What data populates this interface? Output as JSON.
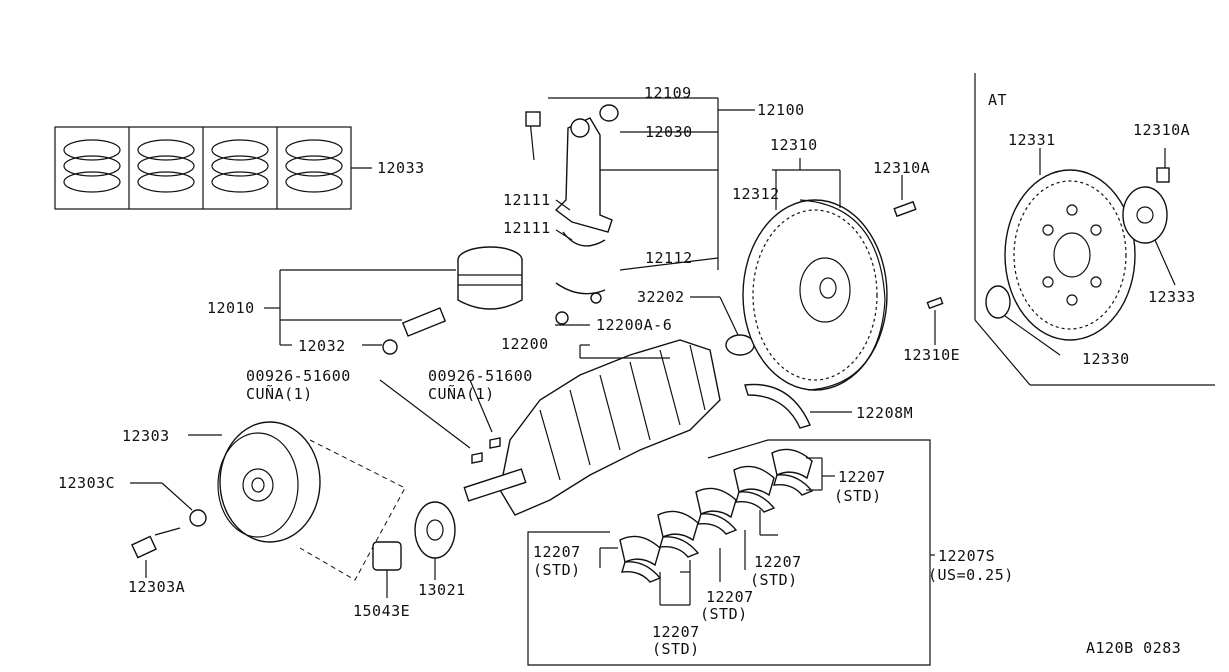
{
  "diagram": {
    "footer_code": "A120B 0283",
    "at_section_title": "AT"
  },
  "labels": {
    "p12033": "12033",
    "p12109": "12109",
    "p12100": "12100",
    "p12030": "12030",
    "p12310": "12310",
    "p12310A_main": "12310A",
    "p12312": "12312",
    "p12111_a": "12111",
    "p12111_b": "12111",
    "p12112": "12112",
    "p12010": "12010",
    "p32202": "32202",
    "p12032": "12032",
    "p12200": "12200",
    "p12200A": "12200A-6",
    "p12310E": "12310E",
    "p00926_a": "00926-51600",
    "cuna_a": "CUÑA(1)",
    "p00926_b": "00926-51600",
    "cuna_b": "CUÑA(1)",
    "p12303": "12303",
    "p12208M": "12208M",
    "p12303C": "12303C",
    "p12207_r": "12207",
    "std_r": "(STD)",
    "p12207_l": "12207",
    "std_l": "(STD)",
    "p12207S": "12207S",
    "us025": "(US=0.25)",
    "p12207_m1": "12207",
    "std_m1": "(STD)",
    "p12207_m2": "12207",
    "std_m2": "(STD)",
    "p12207_b": "12207",
    "std_b": "(STD)",
    "p12303A": "12303A",
    "p15043E": "15043E",
    "p13021": "13021",
    "p12331": "12331",
    "p12310A_at": "12310A",
    "p12333": "12333",
    "p12330": "12330"
  },
  "colors": {
    "ink": "#111111",
    "background": "#ffffff"
  }
}
